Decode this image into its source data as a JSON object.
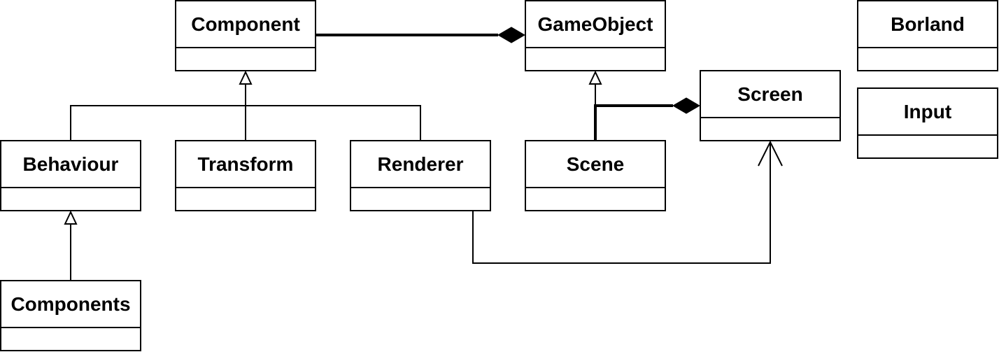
{
  "diagram": {
    "type": "uml-class-diagram",
    "classes": {
      "component": "Component",
      "gameobject": "GameObject",
      "borland": "Borland",
      "screen": "Screen",
      "input": "Input",
      "behaviour": "Behaviour",
      "transform": "Transform",
      "renderer": "Renderer",
      "scene": "Scene",
      "components": "Components"
    },
    "relations": [
      {
        "from": "Behaviour",
        "to": "Component",
        "kind": "generalization"
      },
      {
        "from": "Transform",
        "to": "Component",
        "kind": "generalization"
      },
      {
        "from": "Renderer",
        "to": "Component",
        "kind": "generalization"
      },
      {
        "from": "Components",
        "to": "Behaviour",
        "kind": "generalization"
      },
      {
        "from": "Scene",
        "to": "GameObject",
        "kind": "generalization"
      },
      {
        "from": "Component",
        "to": "GameObject",
        "kind": "composition"
      },
      {
        "from": "Scene",
        "to": "Screen",
        "kind": "composition"
      },
      {
        "from": "Renderer",
        "to": "Screen",
        "kind": "association"
      }
    ],
    "colors": {
      "stroke": "#000000",
      "fill": "#ffffff"
    }
  }
}
